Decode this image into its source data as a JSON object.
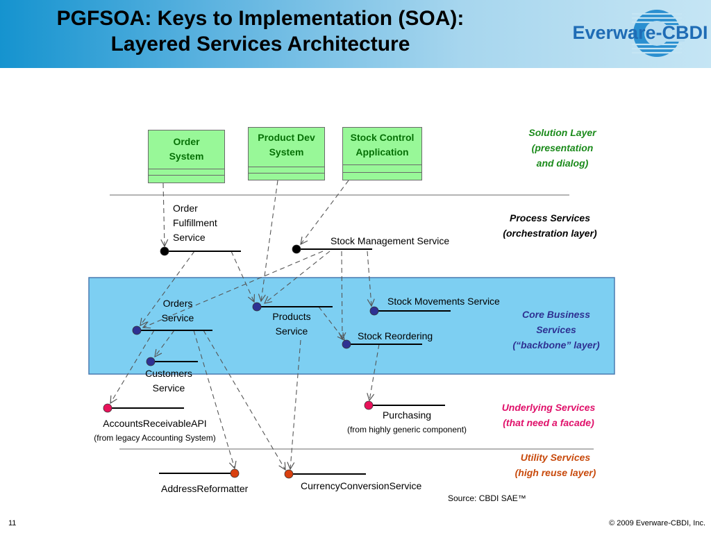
{
  "header": {
    "title_line1": "PGFSOA: Keys to Implementation (SOA):",
    "title_line2": "Layered Services Architecture",
    "logo_text": "Everware-CBDI"
  },
  "colors": {
    "header_gradient_start": "#1593cf",
    "header_gradient_end": "#c5e5f4",
    "app_fill": "#98f898",
    "app_text": "#067006",
    "core_band_fill": "#7dcff2",
    "core_band_border": "#4a7ab0",
    "process_node": "#000000",
    "core_node": "#2e3192",
    "underlying_node": "#e8125a",
    "utility_node": "#d9400f",
    "solution_label": "#1a8a1a",
    "process_label": "#000000",
    "core_label": "#2e3192",
    "underlying_label": "#e0106a",
    "utility_label": "#c84a0c",
    "dependency_line": "#555555"
  },
  "layers": {
    "solution": {
      "line1": "Solution Layer",
      "line2": "(presentation",
      "line3": "and dialog)"
    },
    "process": {
      "line1": "Process Services",
      "line2": "(orchestration layer)"
    },
    "core": {
      "line1": "Core Business",
      "line2": "Services",
      "line3": "(“backbone” layer)"
    },
    "underlying": {
      "line1": "Underlying Services",
      "line2": "(that need a facade)"
    },
    "utility": {
      "line1": "Utility Services",
      "line2": "(high reuse layer)"
    }
  },
  "applications": [
    {
      "id": "order-system",
      "line1": "Order",
      "line2": "System"
    },
    {
      "id": "product-dev-system",
      "line1": "Product Dev",
      "line2": "System"
    },
    {
      "id": "stock-control-application",
      "line1": "Stock Control",
      "line2": "Application"
    }
  ],
  "services": {
    "order_fulfillment": {
      "line1": "Order",
      "line2": "Fulfillment",
      "line3": "Service",
      "layer": "process"
    },
    "stock_management": {
      "label": "Stock Management Service",
      "layer": "process"
    },
    "orders": {
      "line1": "Orders",
      "line2": "Service",
      "layer": "core"
    },
    "products": {
      "line1": "Products",
      "line2": "Service",
      "layer": "core"
    },
    "stock_movements": {
      "label": "Stock Movements Service",
      "layer": "core"
    },
    "stock_reordering": {
      "label": "Stock Reordering",
      "layer": "core"
    },
    "customers": {
      "line1": "Customers",
      "line2": "Service",
      "layer": "core"
    },
    "accounts_receivable": {
      "label": "AccountsReceivableAPI",
      "sub": "(from legacy Accounting System)",
      "layer": "underlying"
    },
    "purchasing": {
      "label": "Purchasing",
      "sub": "(from highly generic component)",
      "layer": "underlying"
    },
    "address_reformatter": {
      "label": "AddressReformatter",
      "layer": "utility"
    },
    "currency_conversion": {
      "label": "CurrencyConversionService",
      "layer": "utility"
    }
  },
  "dependencies": [
    [
      "order-system",
      "order_fulfillment"
    ],
    [
      "product-dev-system",
      "products"
    ],
    [
      "stock-control-application",
      "stock_management"
    ],
    [
      "order_fulfillment",
      "orders"
    ],
    [
      "order_fulfillment",
      "products"
    ],
    [
      "stock_management",
      "orders"
    ],
    [
      "stock_management",
      "products"
    ],
    [
      "stock_management",
      "stock_reordering"
    ],
    [
      "stock_management",
      "stock_movements"
    ],
    [
      "products",
      "stock_reordering"
    ],
    [
      "products",
      "currency_conversion"
    ],
    [
      "orders",
      "customers"
    ],
    [
      "orders",
      "accounts_receivable"
    ],
    [
      "orders",
      "address_reformatter"
    ],
    [
      "orders",
      "currency_conversion"
    ],
    [
      "stock_reordering",
      "purchasing"
    ]
  ],
  "footer": {
    "source": "Source: CBDI SAE™",
    "page_number": "11",
    "copyright": "© 2009 Everware-CBDI, Inc."
  }
}
